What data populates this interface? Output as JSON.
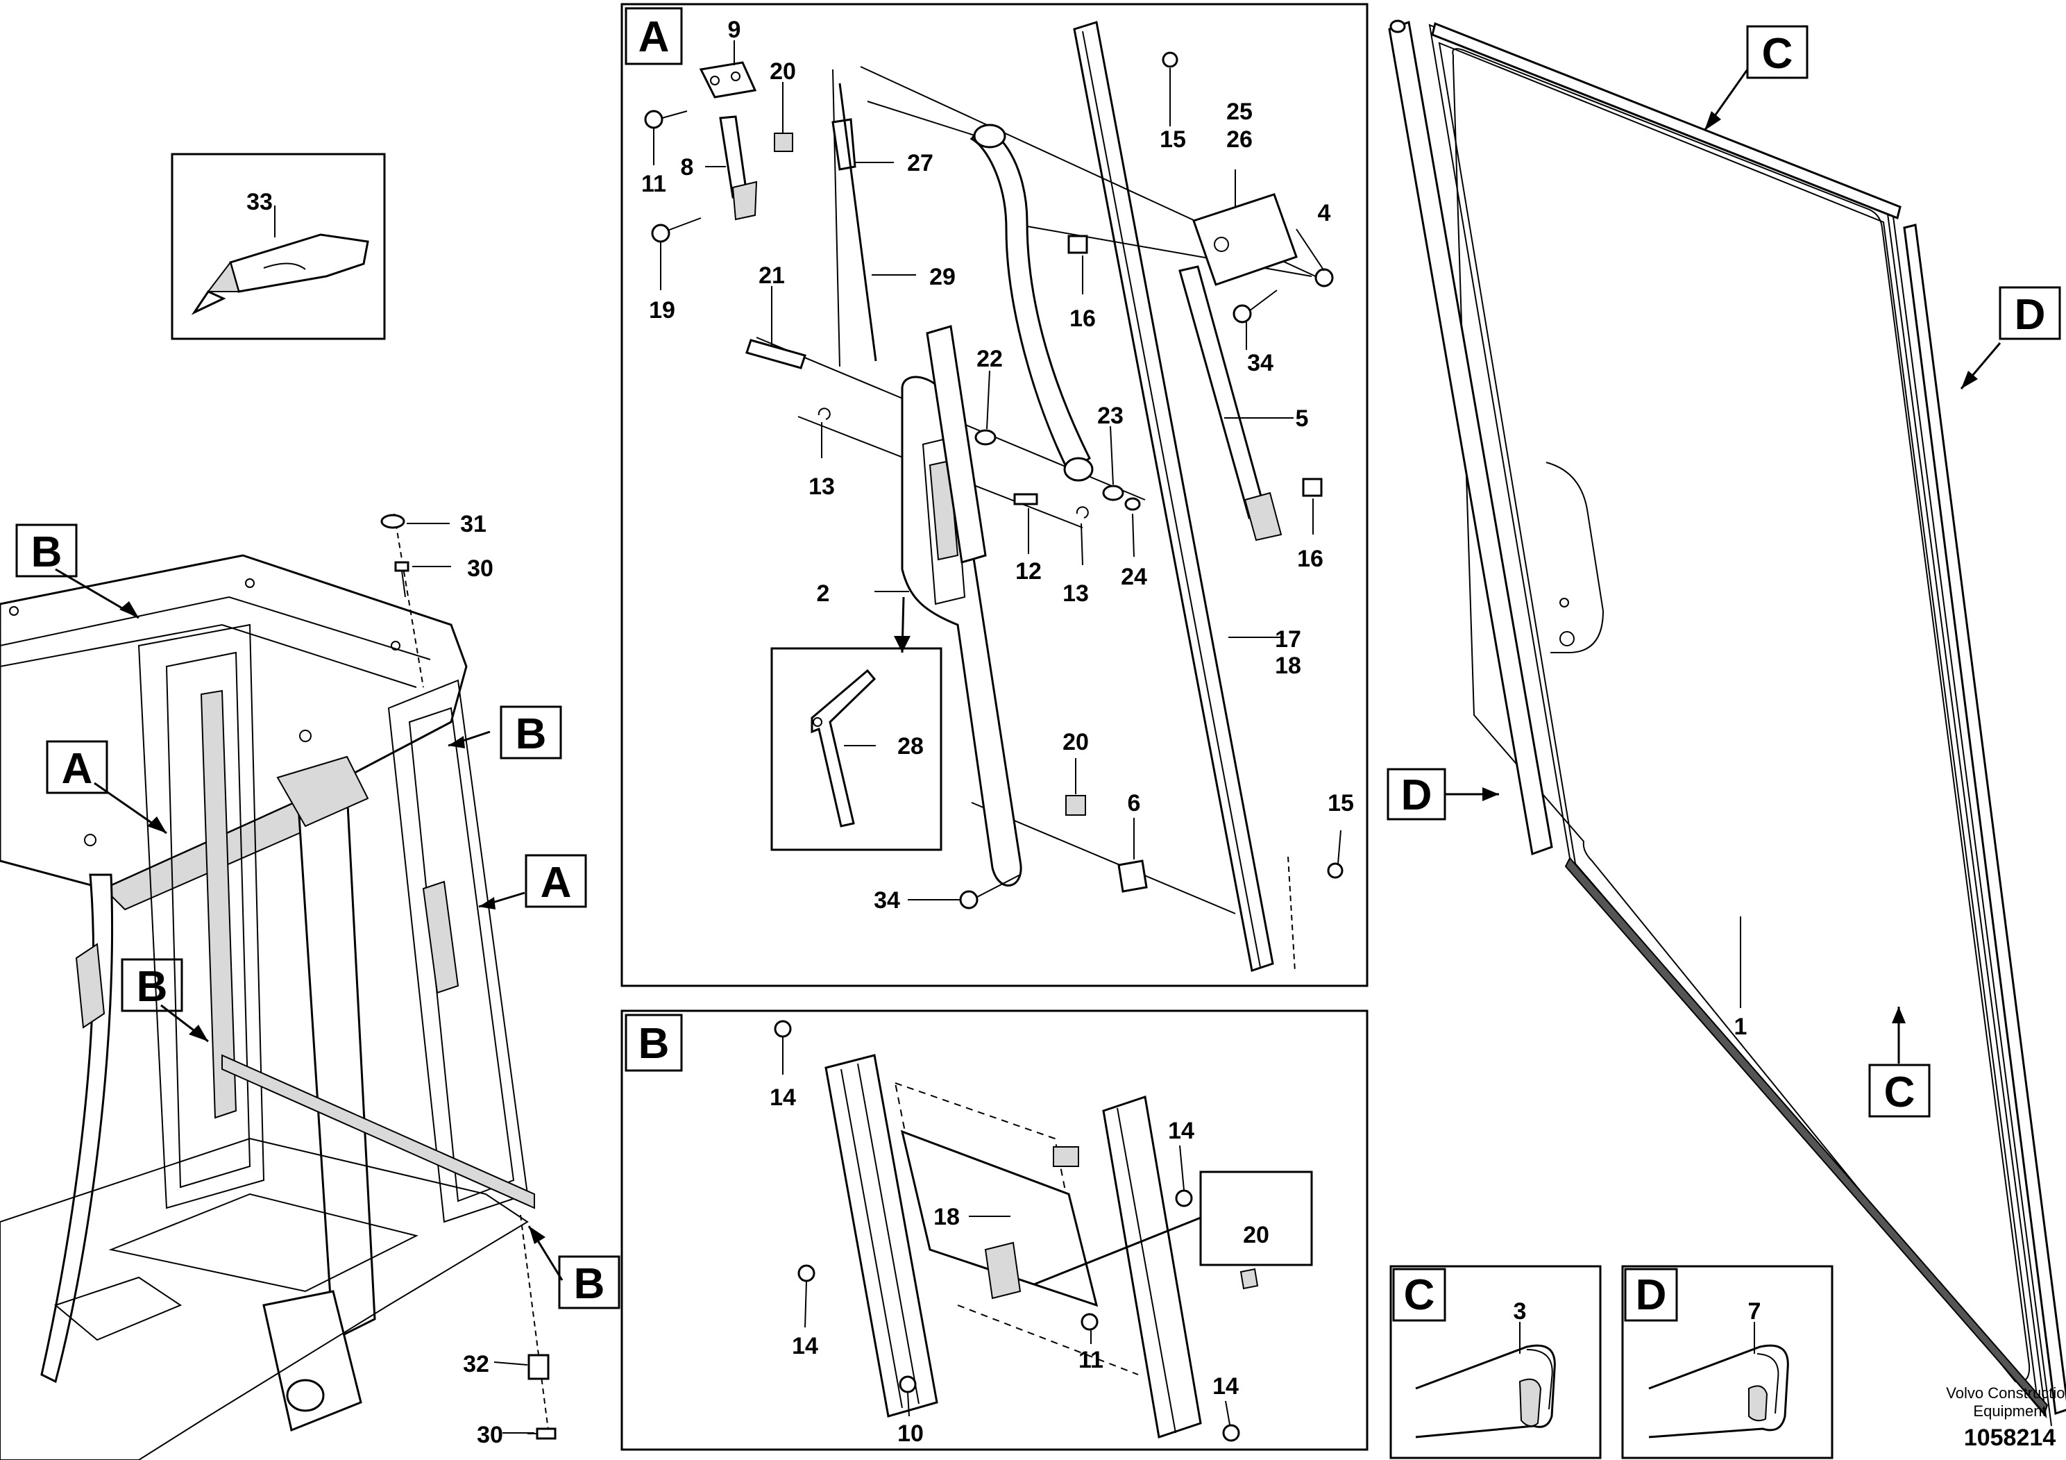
{
  "labels": {
    "n1": "1",
    "n2": "2",
    "n3": "3",
    "n4": "4",
    "n5": "5",
    "n6": "6",
    "n7": "7",
    "n8": "8",
    "n9": "9",
    "n10": "10",
    "n11": "11",
    "n12": "12",
    "n13": "13",
    "n14": "14",
    "n15": "15",
    "n16": "16",
    "n17": "17",
    "n18": "18",
    "n19": "19",
    "n20": "20",
    "n21": "21",
    "n22": "22",
    "n23": "23",
    "n24": "24",
    "n25": "25",
    "n26": "26",
    "n27": "27",
    "n28": "28",
    "n29": "29",
    "n30": "30",
    "n31": "31",
    "n32": "32",
    "n33": "33",
    "n34": "34"
  },
  "section_letters": {
    "a": "A",
    "b": "B",
    "c": "C",
    "d": "D"
  },
  "footer": {
    "brand_line1": "Volvo Construction",
    "brand_line2": "Equipment",
    "drawing_number": "1058214"
  }
}
